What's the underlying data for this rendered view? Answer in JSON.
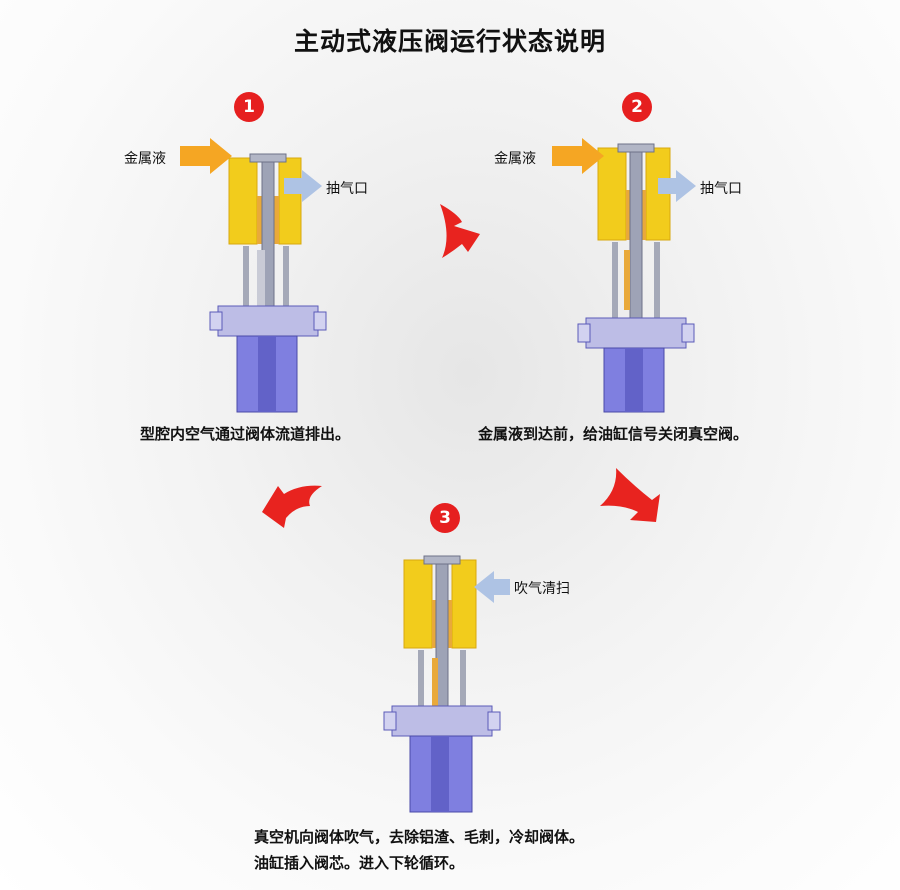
{
  "title": "主动式液压阀运行状态说明",
  "steps": [
    {
      "number": "1",
      "label_in": "金属液",
      "label_out": "抽气口",
      "caption": "型腔内空气通过阀体流道排出。"
    },
    {
      "number": "2",
      "label_in": "金属液",
      "label_out": "抽气口",
      "caption": "金属液到达前，给油缸信号关闭真空阀。"
    },
    {
      "number": "3",
      "label_blow": "吹气清扫",
      "caption_lines": [
        "真空机向阀体吹气，去除铝渣、毛刺，冷却阀体。",
        "油缸插入阀芯。进入下轮循环。"
      ]
    }
  ],
  "colors": {
    "badge": "#e61f1f",
    "cycle_arrow": "#e8231f",
    "metal_arrow": "#f5a623",
    "vent_arrow": "#aec3e4",
    "valve_body": "#f2cc1c",
    "cylinder": "#7f7fe0"
  }
}
